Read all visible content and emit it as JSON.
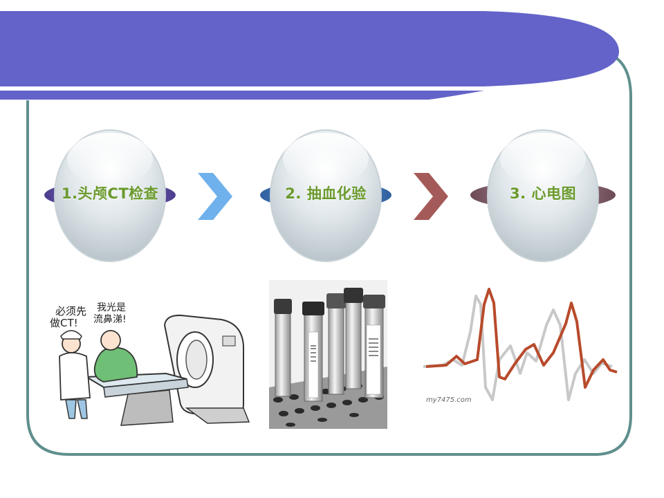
{
  "slide": {
    "colors": {
      "header_band": "#6363c9",
      "frame": "#5f8f8d",
      "step_text": "#6b9a2c",
      "chevron_1": "#6fb1ec",
      "chevron_2": "#a45a58",
      "ecg_trace": "#b84a2b"
    },
    "steps": [
      {
        "label": "1.头颅CT检查",
        "image": "ct-scanner-cartoon"
      },
      {
        "label": "2. 抽血化验",
        "image": "blood-test-tubes-photo"
      },
      {
        "label": "3. 心电图",
        "image": "ecg-waveform"
      }
    ],
    "ct_illustration": {
      "speech_doctor": "必须先做CT!",
      "speech_patient": "我光是流鼻涕!"
    },
    "ecg_illustration": {
      "watermark": "my7475.com"
    }
  }
}
